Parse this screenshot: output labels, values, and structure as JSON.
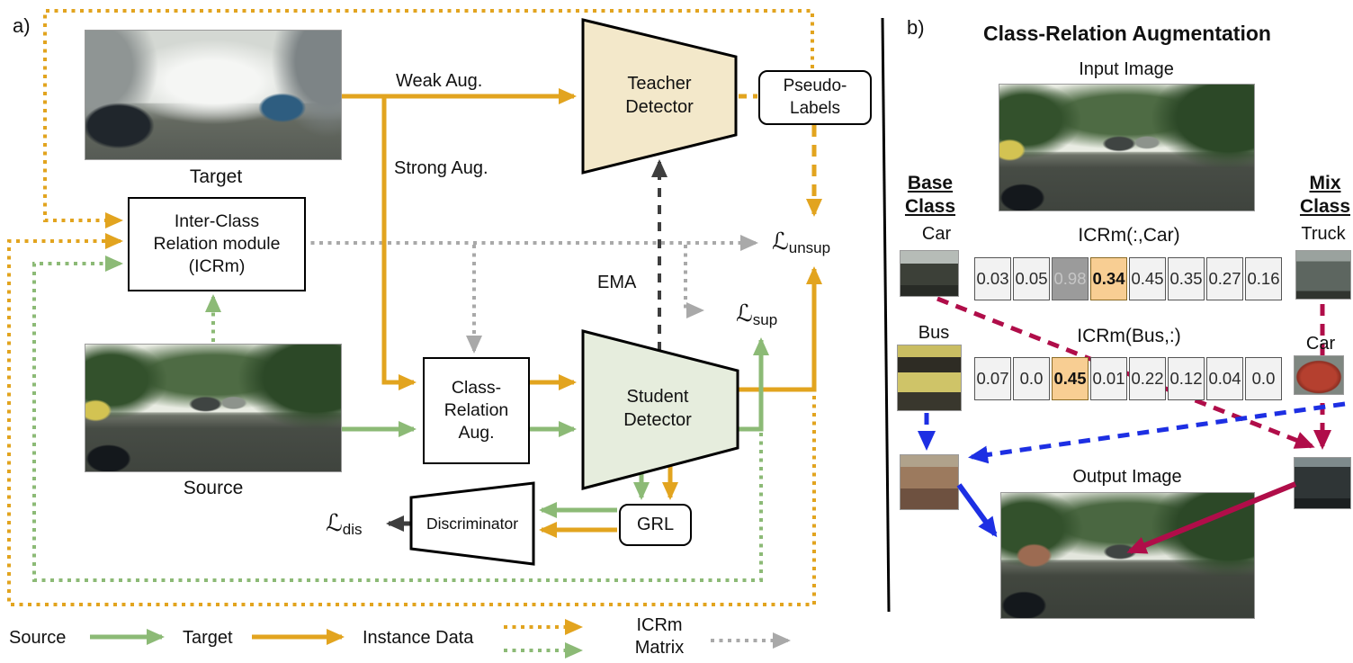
{
  "colors": {
    "orange": "#E2A41F",
    "green": "#8CBA76",
    "gray": "#A9A9A9",
    "dark": "#3E3E3E",
    "crimson": "#B00D49",
    "blue": "#1D2FE3",
    "teacher_fill": "#F3E8CA",
    "student_fill": "#E6EDDD",
    "cell_highlight": "#F8CE93",
    "cell_gray": "#9B9B9B"
  },
  "panel_a": {
    "label": "a)",
    "target_caption": "Target",
    "source_caption": "Source",
    "weak_aug": "Weak Aug.",
    "strong_aug": "Strong Aug.",
    "icrm_line1": "Inter-Class",
    "icrm_line2": "Relation module",
    "icrm_line3": "(ICRm)",
    "teacher_line1": "Teacher",
    "teacher_line2": "Detector",
    "pseudo_line1": "Pseudo-",
    "pseudo_line2": "Labels",
    "ema": "EMA",
    "cra_line1": "Class-",
    "cra_line2": "Relation",
    "cra_line3": "Aug.",
    "student_line1": "Student",
    "student_line2": "Detector",
    "grl": "GRL",
    "discriminator": "Discriminator",
    "loss_symbol": "ℒ",
    "loss_unsup_sub": "unsup",
    "loss_sup_sub": "sup",
    "loss_dis_sub": "dis"
  },
  "legend": {
    "source_label": "Source",
    "target_label": "Target",
    "instance_label": "Instance Data",
    "icrm_line1": "ICRm",
    "icrm_line2": "Matrix"
  },
  "panel_b": {
    "label": "b)",
    "title": "Class-Relation Augmentation",
    "input_caption": "Input Image",
    "output_caption": "Output Image",
    "base_class_line1": "Base",
    "base_class_line2": "Class",
    "mix_class_line1": "Mix",
    "mix_class_line2": "Class",
    "car_left_label": "Car",
    "bus_left_label": "Bus",
    "truck_right_label": "Truck",
    "car_right_label": "Car",
    "row1_title": "ICRm(:,Car)",
    "row1_cells": [
      "0.03",
      "0.05",
      "0.98",
      "0.34",
      "0.45",
      "0.35",
      "0.27",
      "0.16"
    ],
    "row1_gray_index": 2,
    "row1_highlight_index": 3,
    "row2_title": "ICRm(Bus,:)",
    "row2_cells": [
      "0.07",
      "0.0",
      "0.45",
      "0.01",
      "0.22",
      "0.12",
      "0.04",
      "0.0"
    ],
    "row2_highlight_index": 2
  }
}
